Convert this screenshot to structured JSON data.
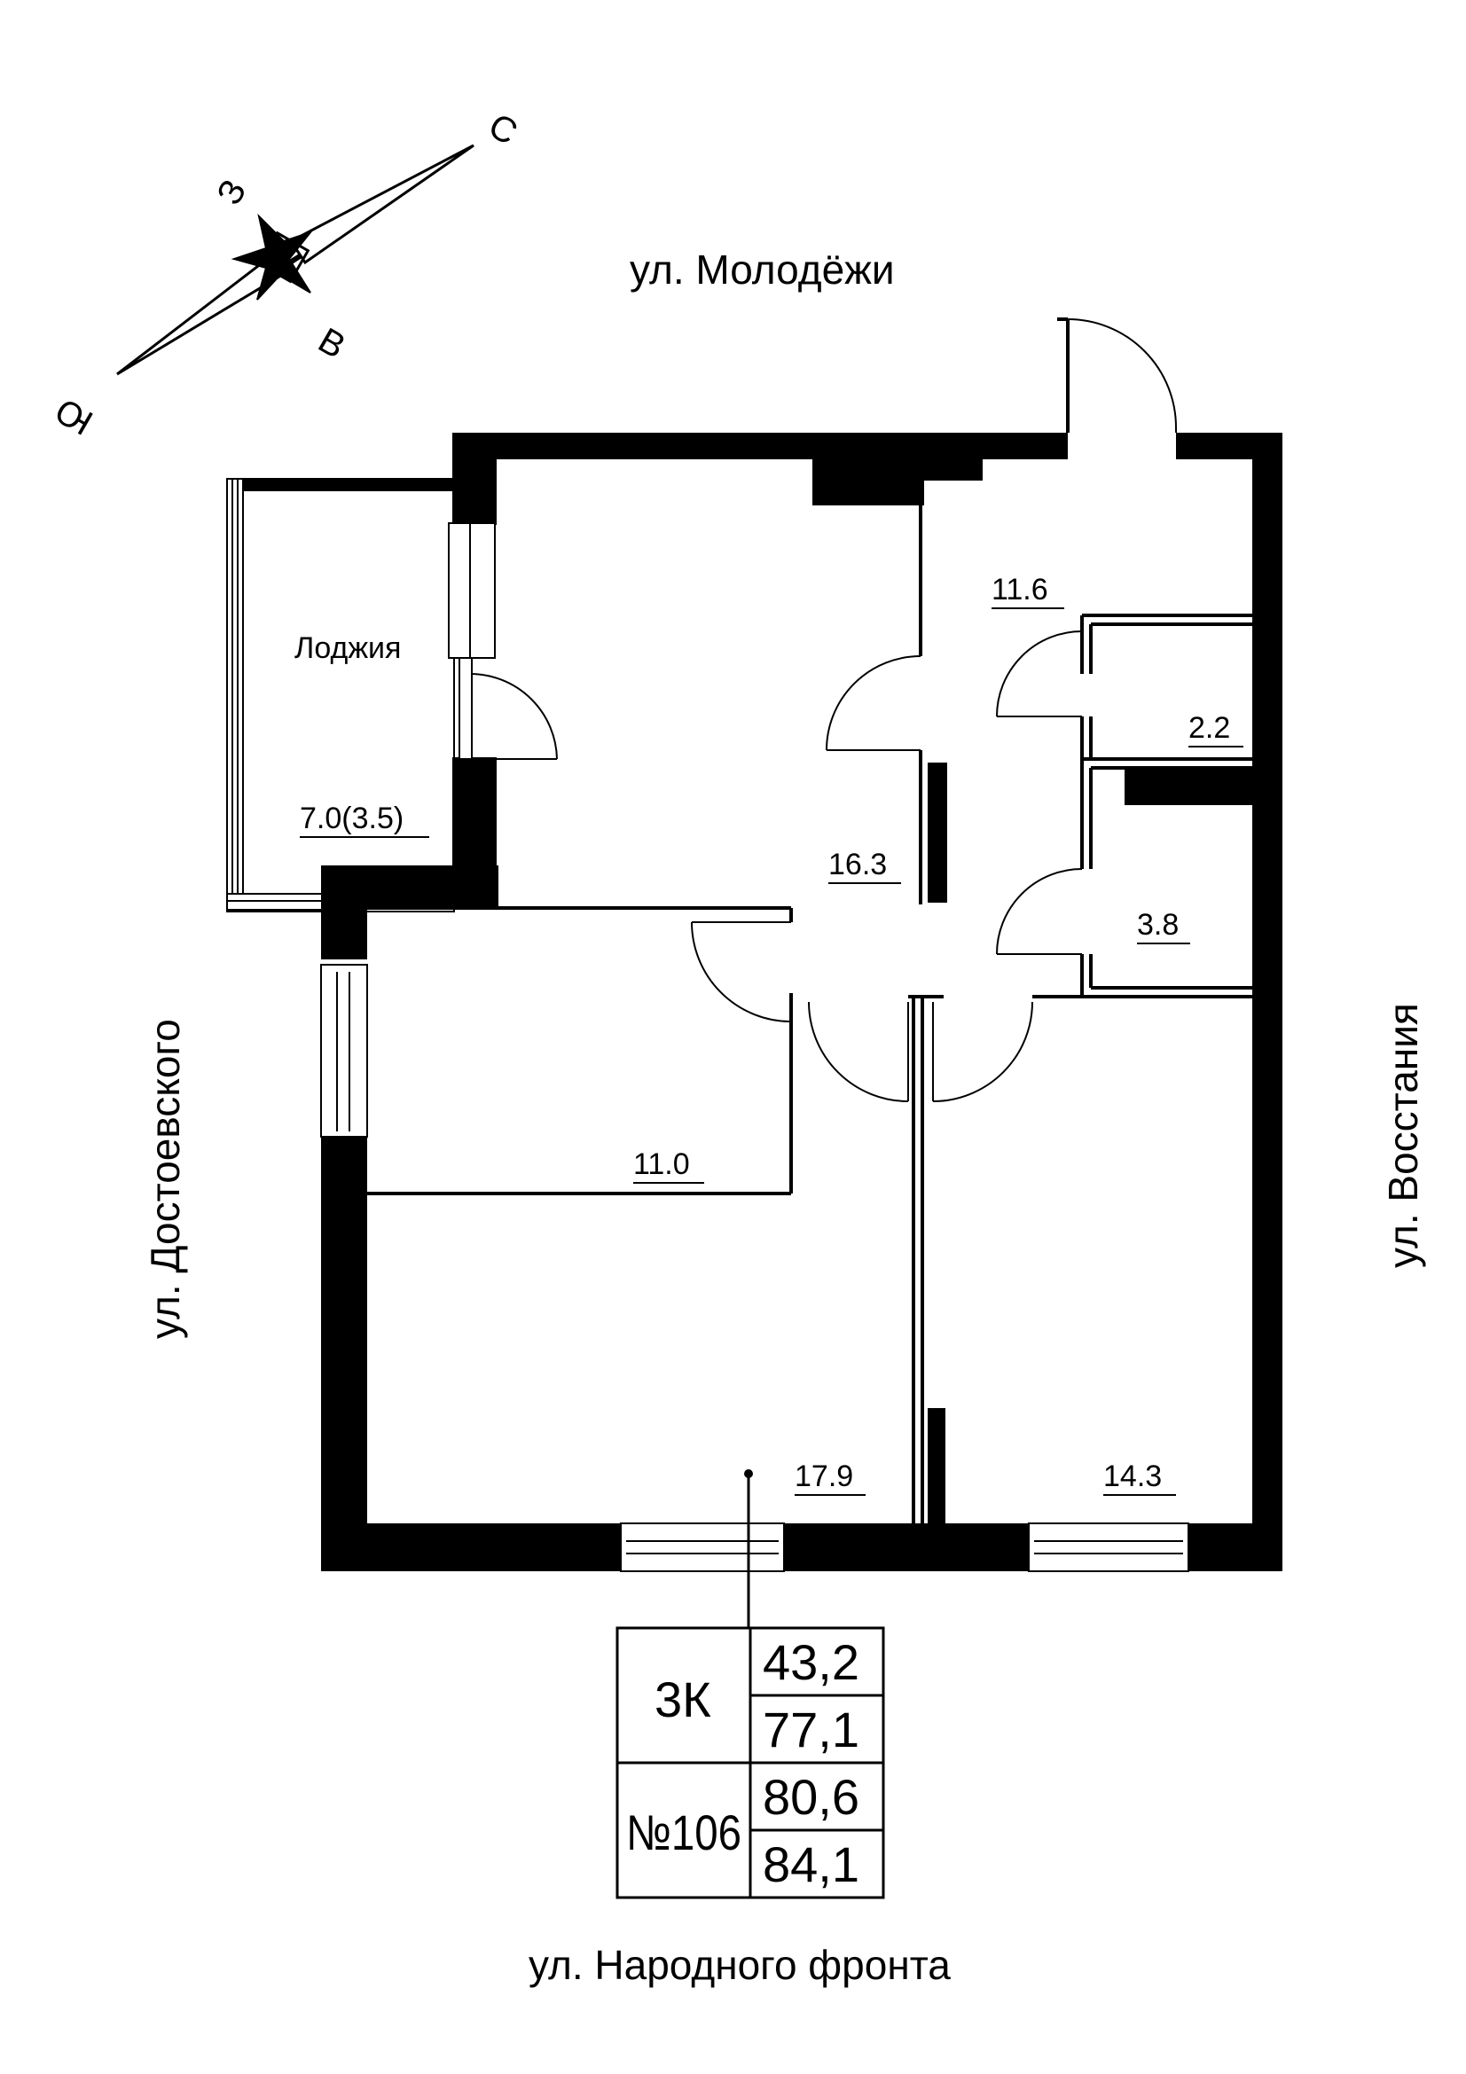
{
  "streets": {
    "north": "ул. Молодёжи",
    "south": "ул. Народного фронта",
    "west": "ул. Достоевского",
    "east": "ул. Восстания"
  },
  "compass": {
    "north": "С",
    "south": "Ю",
    "east": "В",
    "west": "З"
  },
  "rooms": {
    "loggia_label": "Лоджия",
    "loggia_area": "7.0(3.5)",
    "room_top": "16.3",
    "hall": "11.6",
    "storage": "2.2",
    "bathroom": "3.8",
    "room_middle": "11.0",
    "living": "17.9",
    "room_right": "14.3"
  },
  "summary": {
    "type": "3К",
    "number": "№106",
    "living_area": "43,2",
    "total_area": "77,1",
    "area_with_loggia_reduced": "80,6",
    "area_with_loggia_full": "84,1"
  }
}
